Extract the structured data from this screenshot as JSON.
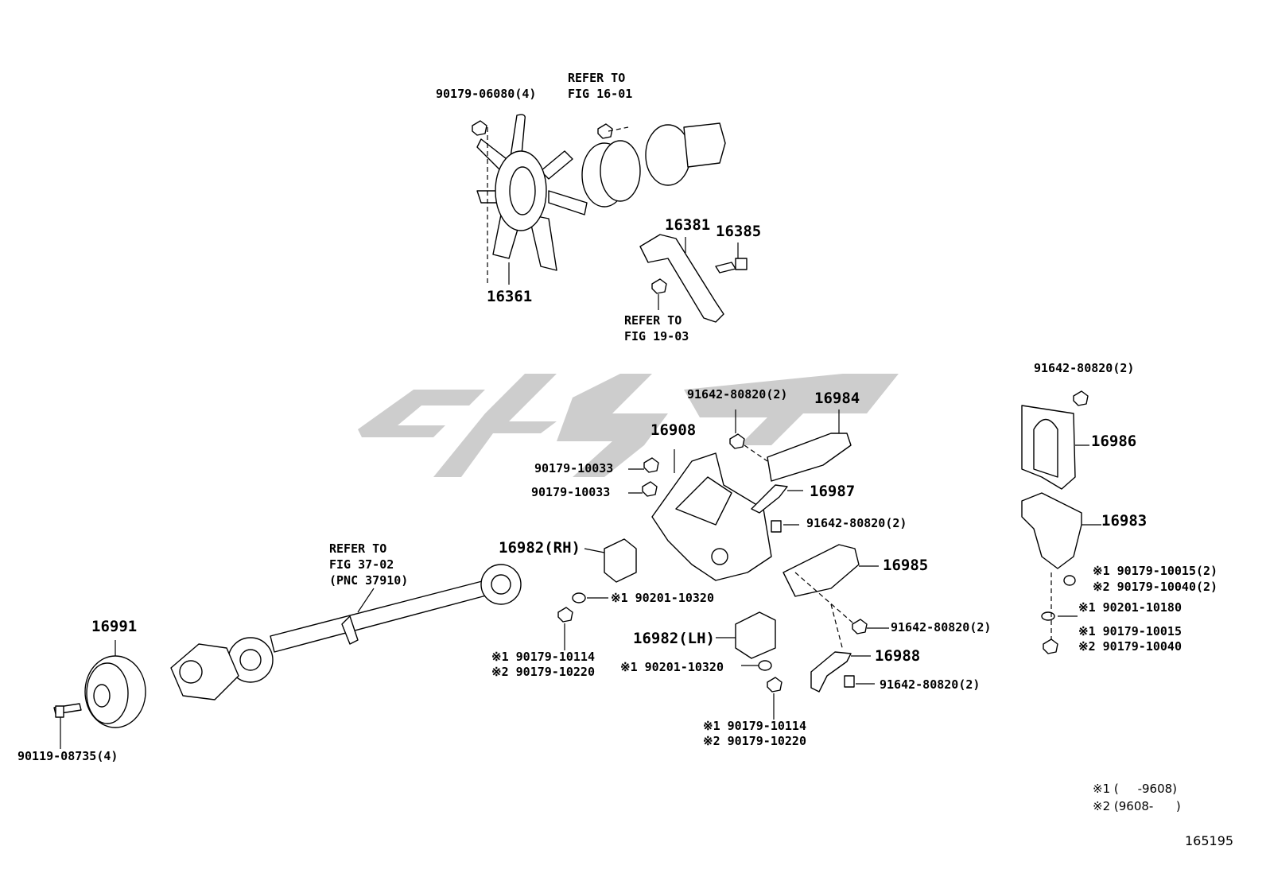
{
  "labels": {
    "l_06080": "90179-06080(4)",
    "l_refer1601_a": "REFER TO",
    "l_refer1601_b": "FIG 16-01",
    "l_16381": "16381",
    "l_16385": "16385",
    "l_16361": "16361",
    "l_refer1903_a": "REFER TO",
    "l_refer1903_b": "FIG 19-03",
    "l_80820_top": "91642-80820(2)",
    "l_16984": "16984",
    "l_16908": "16908",
    "l_10033_a": "90179-10033",
    "l_10033_b": "90179-10033",
    "l_16987": "16987",
    "l_80820_mid": "91642-80820(2)",
    "l_refer3702_a": "REFER TO",
    "l_refer3702_b": "FIG 37-02",
    "l_refer3702_c": "(PNC 37910)",
    "l_16982rh": "16982(RH)",
    "l_10320_a": "※1 90201-10320",
    "l_16985": "16985",
    "l_16991": "16991",
    "l_10114_a1": "※1 90179-10114",
    "l_10220_a2": "※2 90179-10220",
    "l_16982lh": "16982(LH)",
    "l_80820_r": "91642-80820(2)",
    "l_16988": "16988",
    "l_10320_b": "※1 90201-10320",
    "l_80820_b": "91642-80820(2)",
    "l_08735": "90119-08735(4)",
    "l_10114_b1": "※1 90179-10114",
    "l_10220_b2": "※2 90179-10220",
    "l_80820_far": "91642-80820(2)",
    "l_16986": "16986",
    "l_16983": "16983",
    "l_10015_2": "※1 90179-10015(2)",
    "l_10040_2": "※2 90179-10040(2)",
    "l_10180": "※1 90201-10180",
    "l_10015": "※1 90179-10015",
    "l_10040": "※2 90179-10040"
  },
  "legend": {
    "note1": "※1 (     -9608)",
    "note2": "※2 (9608-      )"
  },
  "figure_number": "165195",
  "colors": {
    "ink": "#000000",
    "watermark": "#c8c8c8",
    "background": "#ffffff"
  }
}
